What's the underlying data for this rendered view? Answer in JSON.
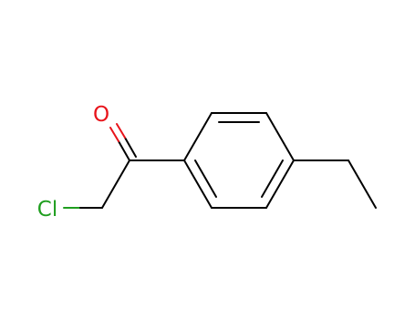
{
  "molecule": {
    "atoms": [
      {
        "id": "O",
        "label": "O",
        "color": "#e8141b"
      },
      {
        "id": "Cl",
        "label": "Cl",
        "color": "#1f9e1f"
      }
    ],
    "bond_color": "#000000"
  }
}
